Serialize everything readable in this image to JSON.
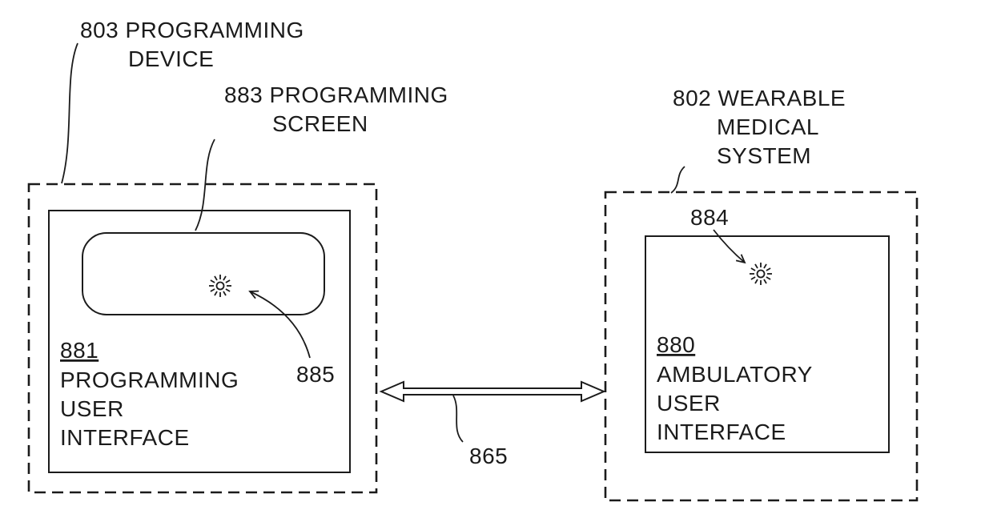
{
  "figure": {
    "colors": {
      "ink": "#1b1b1b",
      "bg": "#ffffff"
    },
    "programming_device_label": {
      "line1": "803 PROGRAMMING",
      "line2": "DEVICE"
    },
    "programming_screen_label": {
      "line1": "883 PROGRAMMING",
      "line2": "SCREEN"
    },
    "programming_ui": {
      "ref": "881",
      "line1": "PROGRAMMING",
      "line2": "USER",
      "line3": "INTERFACE"
    },
    "screen_touch_ref": "885",
    "link_ref": "865",
    "wearable_system_label": {
      "line1": "802 WEARABLE",
      "line2": "MEDICAL",
      "line3": "SYSTEM"
    },
    "ambulatory_ui": {
      "ref": "880",
      "line1": "AMBULATORY",
      "line2": "USER",
      "line3": "INTERFACE"
    },
    "ambulatory_touch_ref": "884"
  }
}
